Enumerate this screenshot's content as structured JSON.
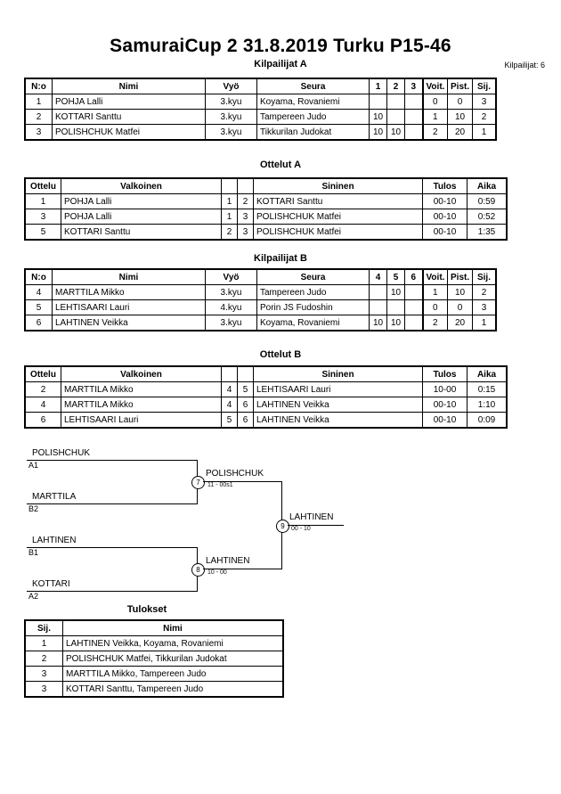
{
  "header": {
    "title": "SamuraiCup 2  31.8.2019  Turku   P15-46",
    "competitor_count_label": "Kilpailijat: 6"
  },
  "sections": {
    "pool_a_title": "Kilpailijat A",
    "matches_a_title": "Ottelut A",
    "pool_b_title": "Kilpailijat B",
    "matches_b_title": "Ottelut B",
    "results_title": "Tulokset"
  },
  "pool_table_headers": {
    "no": "N:o",
    "name": "Nimi",
    "belt": "Vyö",
    "club": "Seura",
    "wins": "Voit.",
    "points": "Pist.",
    "rank": "Sij."
  },
  "pool_a": {
    "match_columns": [
      "1",
      "2",
      "3"
    ],
    "rows": [
      {
        "no": "1",
        "name": "POHJA Lalli",
        "belt": "3.kyu",
        "club": "Koyama, Rovaniemi",
        "scores": [
          "",
          "",
          ""
        ],
        "wins": "0",
        "points": "0",
        "rank": "3"
      },
      {
        "no": "2",
        "name": "KOTTARI Santtu",
        "belt": "3.kyu",
        "club": "Tampereen Judo",
        "scores": [
          "10",
          "",
          ""
        ],
        "wins": "1",
        "points": "10",
        "rank": "2"
      },
      {
        "no": "3",
        "name": "POLISHCHUK Matfei",
        "belt": "3.kyu",
        "club": "Tikkurilan Judokat",
        "scores": [
          "10",
          "10",
          ""
        ],
        "wins": "2",
        "points": "20",
        "rank": "1"
      }
    ]
  },
  "pool_b": {
    "match_columns": [
      "4",
      "5",
      "6"
    ],
    "rows": [
      {
        "no": "4",
        "name": "MARTTILA Mikko",
        "belt": "3.kyu",
        "club": "Tampereen Judo",
        "scores": [
          "",
          "10",
          ""
        ],
        "wins": "1",
        "points": "10",
        "rank": "2"
      },
      {
        "no": "5",
        "name": "LEHTISAARI Lauri",
        "belt": "4.kyu",
        "club": "Porin JS Fudoshin",
        "scores": [
          "",
          "",
          ""
        ],
        "wins": "0",
        "points": "0",
        "rank": "3"
      },
      {
        "no": "6",
        "name": "LAHTINEN Veikka",
        "belt": "3.kyu",
        "club": "Koyama, Rovaniemi",
        "scores": [
          "10",
          "10",
          ""
        ],
        "wins": "2",
        "points": "20",
        "rank": "1"
      }
    ]
  },
  "match_table_headers": {
    "match": "Ottelu",
    "white": "Valkoinen",
    "blue": "Sininen",
    "result": "Tulos",
    "time": "Aika"
  },
  "matches_a": [
    {
      "match": "1",
      "white": "POHJA Lalli",
      "white_no": "1",
      "blue_no": "2",
      "blue": "KOTTARI Santtu",
      "result": "00-10",
      "time": "0:59"
    },
    {
      "match": "3",
      "white": "POHJA Lalli",
      "white_no": "1",
      "blue_no": "3",
      "blue": "POLISHCHUK Matfei",
      "result": "00-10",
      "time": "0:52"
    },
    {
      "match": "5",
      "white": "KOTTARI Santtu",
      "white_no": "2",
      "blue_no": "3",
      "blue": "POLISHCHUK Matfei",
      "result": "00-10",
      "time": "1:35"
    }
  ],
  "matches_b": [
    {
      "match": "2",
      "white": "MARTTILA Mikko",
      "white_no": "4",
      "blue_no": "5",
      "blue": "LEHTISAARI Lauri",
      "result": "10-00",
      "time": "0:15"
    },
    {
      "match": "4",
      "white": "MARTTILA Mikko",
      "white_no": "4",
      "blue_no": "6",
      "blue": "LAHTINEN Veikka",
      "result": "00-10",
      "time": "1:10"
    },
    {
      "match": "6",
      "white": "LEHTISAARI Lauri",
      "white_no": "5",
      "blue_no": "6",
      "blue": "LAHTINEN Veikka",
      "result": "00-10",
      "time": "0:09"
    }
  ],
  "bracket": {
    "entrants": [
      {
        "name": "POLISHCHUK",
        "seed": "A1"
      },
      {
        "name": "MARTTILA",
        "seed": "B2"
      },
      {
        "name": "LAHTINEN",
        "seed": "B1"
      },
      {
        "name": "KOTTARI",
        "seed": "A2"
      }
    ],
    "nodes": [
      {
        "number": "7",
        "winner": "POLISHCHUK",
        "score": "11 - 00s1"
      },
      {
        "number": "8",
        "winner": "LAHTINEN",
        "score": "10 - 00"
      },
      {
        "number": "9",
        "winner": "LAHTINEN",
        "score": "00 - 10"
      }
    ]
  },
  "results_table_headers": {
    "rank": "Sij.",
    "name": "Nimi"
  },
  "results": [
    {
      "rank": "1",
      "name": "LAHTINEN Veikka, Koyama, Rovaniemi"
    },
    {
      "rank": "2",
      "name": "POLISHCHUK Matfei, Tikkurilan Judokat"
    },
    {
      "rank": "3",
      "name": "MARTTILA Mikko, Tampereen Judo"
    },
    {
      "rank": "3",
      "name": "KOTTARI Santtu, Tampereen Judo"
    }
  ]
}
